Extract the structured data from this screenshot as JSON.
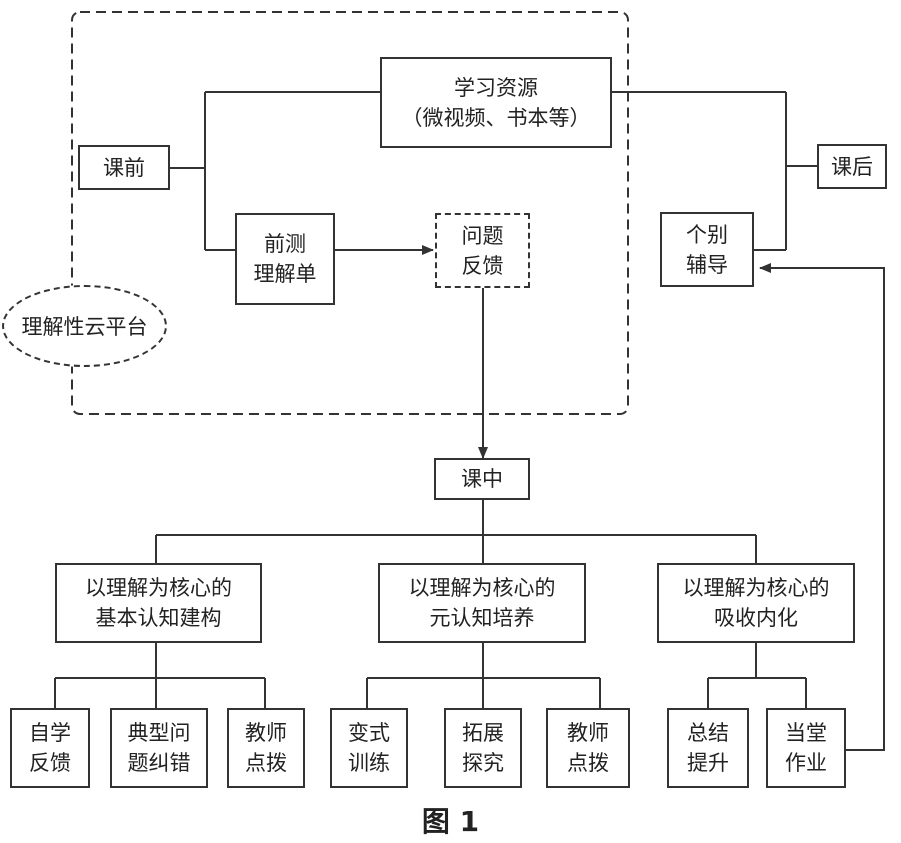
{
  "platform_label": "理解性云平台",
  "nodes": {
    "pre_class": "课前",
    "resources_line1": "学习资源",
    "resources_line2": "（微视频、书本等）",
    "pretest_line1": "前测",
    "pretest_line2": "理解单",
    "feedback_line1": "问题",
    "feedback_line2": "反馈",
    "post_class": "课后",
    "tutoring_line1": "个别",
    "tutoring_line2": "辅导",
    "in_class": "课中"
  },
  "groups": [
    {
      "line1": "以理解为核心的",
      "line2": "基本认知建构",
      "children": [
        {
          "line1": "自学",
          "line2": "反馈"
        },
        {
          "line1": "典型问",
          "line2": "题纠错"
        },
        {
          "line1": "教师",
          "line2": "点拨"
        }
      ]
    },
    {
      "line1": "以理解为核心的",
      "line2": "元认知培养",
      "children": [
        {
          "line1": "变式",
          "line2": "训练"
        },
        {
          "line1": "拓展",
          "line2": "探究"
        },
        {
          "line1": "教师",
          "line2": "点拨"
        }
      ]
    },
    {
      "line1": "以理解为核心的",
      "line2": "吸收内化",
      "children": [
        {
          "line1": "总结",
          "line2": "提升"
        },
        {
          "line1": "当堂",
          "line2": "作业"
        }
      ]
    }
  ],
  "caption": "图 1"
}
